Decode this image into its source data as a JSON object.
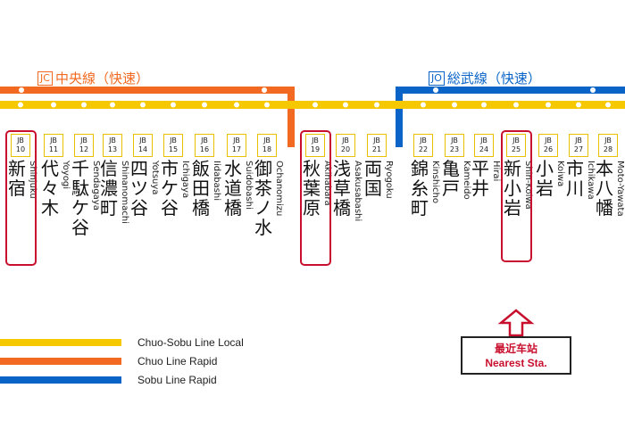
{
  "colors": {
    "local": "#f5c800",
    "chuo": "#f26a21",
    "sobu": "#0a64c8",
    "highlight": "#c8102e"
  },
  "lines": {
    "chuo": {
      "code": "JC",
      "name": "中央線（快速）"
    },
    "sobu": {
      "code": "JO",
      "name": "総武線（快速）"
    }
  },
  "stations": [
    {
      "line": "JB",
      "num": "10",
      "kanji": "新宿",
      "romaji": "Shinjuku",
      "highlight": true
    },
    {
      "line": "JB",
      "num": "11",
      "kanji": "代々木",
      "romaji": "Yoyogi",
      "highlight": false
    },
    {
      "line": "JB",
      "num": "12",
      "kanji": "千駄ケ谷",
      "romaji": "Sendagaya",
      "highlight": false
    },
    {
      "line": "JB",
      "num": "13",
      "kanji": "信濃町",
      "romaji": "Shinanomachi",
      "highlight": false
    },
    {
      "line": "JB",
      "num": "14",
      "kanji": "四ツ谷",
      "romaji": "Yotsuya",
      "highlight": false
    },
    {
      "line": "JB",
      "num": "15",
      "kanji": "市ケ谷",
      "romaji": "Ichigaya",
      "highlight": false
    },
    {
      "line": "JB",
      "num": "16",
      "kanji": "飯田橋",
      "romaji": "Iidabashi",
      "highlight": false
    },
    {
      "line": "JB",
      "num": "17",
      "kanji": "水道橋",
      "romaji": "Suidobashi",
      "highlight": false
    },
    {
      "line": "JB",
      "num": "18",
      "kanji": "御茶ノ水",
      "romaji": "Ochanomizu",
      "highlight": false
    },
    {
      "line": "JB",
      "num": "19",
      "kanji": "秋葉原",
      "romaji": "Akihabara",
      "highlight": true
    },
    {
      "line": "JB",
      "num": "20",
      "kanji": "浅草橋",
      "romaji": "Asakusabashi",
      "highlight": false
    },
    {
      "line": "JB",
      "num": "21",
      "kanji": "両国",
      "romaji": "Ryogoku",
      "highlight": false
    },
    {
      "line": "JB",
      "num": "22",
      "kanji": "錦糸町",
      "romaji": "Kinshicho",
      "highlight": false
    },
    {
      "line": "JB",
      "num": "23",
      "kanji": "亀戸",
      "romaji": "Kameido",
      "highlight": false
    },
    {
      "line": "JB",
      "num": "24",
      "kanji": "平井",
      "romaji": "Hirai",
      "highlight": false
    },
    {
      "line": "JB",
      "num": "25",
      "kanji": "新小岩",
      "romaji": "Shin-Koiwa",
      "highlight": true
    },
    {
      "line": "JB",
      "num": "26",
      "kanji": "小岩",
      "romaji": "Koiwa",
      "highlight": false
    },
    {
      "line": "JB",
      "num": "27",
      "kanji": "市川",
      "romaji": "Ichikawa",
      "highlight": false
    },
    {
      "line": "JB",
      "num": "28",
      "kanji": "本八幡",
      "romaji": "Moto-Yawata",
      "highlight": false
    }
  ],
  "legend": [
    {
      "label": "Chuo-Sobu Line Local",
      "color": "#f5c800"
    },
    {
      "label": "Chuo Line Rapid",
      "color": "#f26a21"
    },
    {
      "label": "Sobu Line Rapid",
      "color": "#0a64c8"
    }
  ],
  "nearest": {
    "cn": "最近车站",
    "en": "Nearest Sta."
  }
}
